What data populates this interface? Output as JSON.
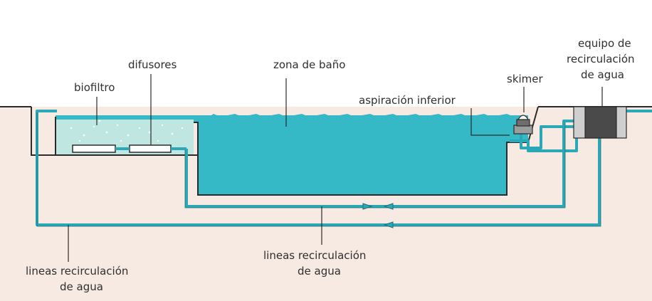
{
  "labels": {
    "biofiltro": "biofiltro",
    "difusores": "difusores",
    "zona_bano": "zona de baño",
    "aspiracion": "aspiración inferior",
    "skimer": "skimer",
    "equipo_line1": "equipo de",
    "equipo_line2": "recirculación",
    "equipo_line3": "de agua",
    "lineas_left_1": "lineas recirculación",
    "lineas_left_2": "de agua",
    "lineas_center_1": "lineas recirculación",
    "lineas_center_2": "de agua"
  },
  "colors": {
    "water": "#35b9c6",
    "water_light": "#bfe6e0",
    "pipe": "#2aa8b6",
    "ground": "#f7eae2",
    "outline": "#2b2b2b",
    "equipment_dark": "#4a4a4a",
    "equipment_light": "#cfcfcf"
  }
}
